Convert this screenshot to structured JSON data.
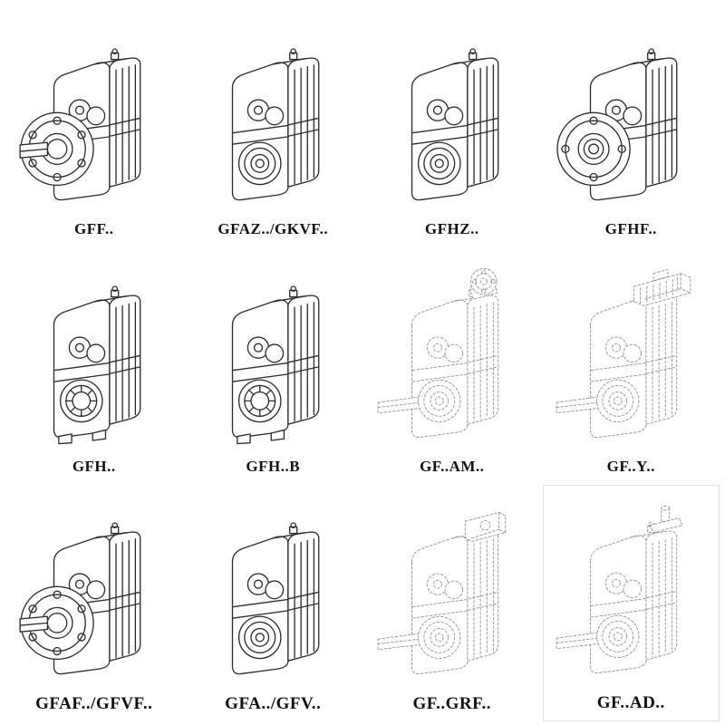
{
  "page": {
    "background": "#ffffff",
    "line_color": "#2e2e2e",
    "dashed_line_color": "#8f8f8f"
  },
  "grid": {
    "rows": 3,
    "cols": 4,
    "items": [
      {
        "label": "GFF..",
        "variant": "flange-shaft-solid"
      },
      {
        "label": "GFAZ../GKVF..",
        "variant": "hollow-bore-solid"
      },
      {
        "label": "GFHZ..",
        "variant": "hollow-bore-solid"
      },
      {
        "label": "GFHF..",
        "variant": "flange-hollow-solid"
      },
      {
        "label": "GFH..",
        "variant": "splined-bore-feet-solid"
      },
      {
        "label": "GFH..B",
        "variant": "splined-bore-feet-solid"
      },
      {
        "label": "GF..AM..",
        "variant": "dashed-input-flange-adapter"
      },
      {
        "label": "GF..Y..",
        "variant": "dashed-with-motor"
      },
      {
        "label": "GFAF../GFVF..",
        "variant": "flange-shaft-solid"
      },
      {
        "label": "GFA../GFV..",
        "variant": "hollow-bore-solid"
      },
      {
        "label": "GF..GRF..",
        "variant": "dashed-square-flange-adapter"
      },
      {
        "label": "GF..AD..",
        "variant": "dashed-input-shaft-adapter"
      }
    ]
  }
}
